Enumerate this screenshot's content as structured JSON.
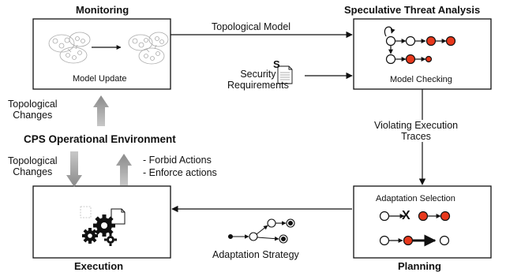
{
  "monitoring": {
    "title": "Monitoring",
    "caption": "Model Update"
  },
  "threat_analysis": {
    "title": "Speculative Threat Analysis",
    "caption": "Model Checking"
  },
  "planning": {
    "title": "Planning",
    "caption": "Adaptation Selection"
  },
  "execution": {
    "title": "Execution"
  },
  "center": {
    "title": "CPS Operational Environment"
  },
  "arrows": {
    "topological_model": "Topological Model",
    "security_requirements": "Security\nRequirements",
    "violating_traces": "Violating Execution\nTraces",
    "adaptation_strategy": "Adaptation Strategy",
    "topological_changes_up": "Topological\nChanges",
    "topological_changes_down": "Topological\nChanges",
    "forbid_actions": "- Forbid Actions",
    "enforce_actions": "- Enforce actions"
  },
  "doc_icon_letter": "S",
  "blocked_marker": "X",
  "colors": {
    "accent_red": "#e8381c",
    "gray_arrow": "#9a9a9a",
    "stroke": "#111111"
  }
}
